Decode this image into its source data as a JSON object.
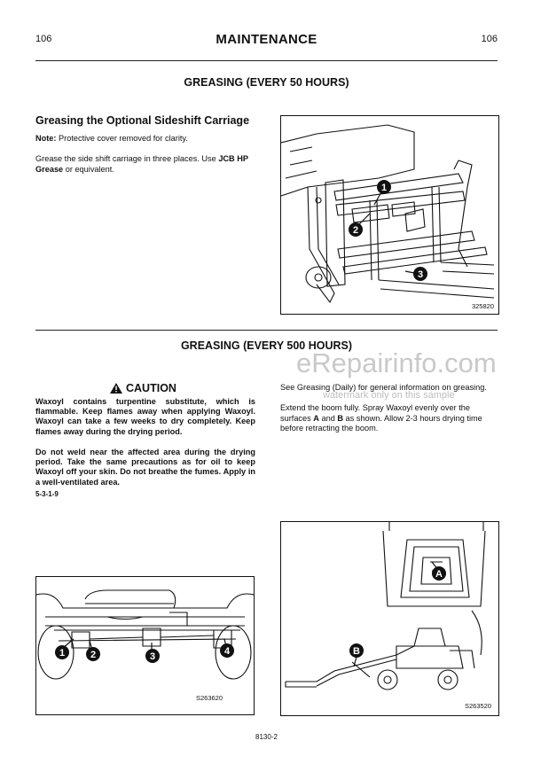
{
  "header": {
    "page_left": "106",
    "title": "MAINTENANCE",
    "page_right": "106"
  },
  "section1": {
    "heading": "GREASING (EVERY 50 HOURS)",
    "subheading": "Greasing the Optional Sideshift Carriage",
    "note_label": "Note:",
    "note_text": " Protective cover removed for clarity.",
    "body_prefix": "Grease the side shift carriage in three places. Use ",
    "body_bold": "JCB HP Grease",
    "body_suffix": " or equivalent.",
    "figure": {
      "code": "325820",
      "callouts": [
        "1",
        "2",
        "3"
      ]
    }
  },
  "section2": {
    "heading": "GREASING (EVERY 500 HOURS)",
    "caution": {
      "title": "CAUTION",
      "para1": "Waxoyl contains turpentine substitute, which is flammable. Keep flames away when applying Waxoyl. Waxoyl can take a few weeks to dry completely. Keep flames away during the drying period.",
      "para2": "Do not weld near the affected area during the drying period. Take the same precautions as for oil to keep Waxoyl off your skin. Do not breathe the fumes. Apply in a well-ventilated area.",
      "code": "5-3-1-9"
    },
    "right_p1": "See Greasing (Daily) for general information on greasing.",
    "right_p2_a": "Extend the boom fully. Spray Waxoyl evenly over the surfaces ",
    "right_p2_A": "A",
    "right_p2_b": " and ",
    "right_p2_B": "B",
    "right_p2_c": " as shown. Allow 2-3 hours drying time before retracting the boom.",
    "figure_left": {
      "code": "S263620",
      "callouts": [
        "1",
        "2",
        "3",
        "4"
      ]
    },
    "figure_right": {
      "code": "S263520",
      "callouts": [
        "A",
        "B"
      ]
    }
  },
  "watermark": {
    "site": "eRepairinfo.com",
    "note": "watermark only on this sample"
  },
  "footer": {
    "code": "8130-2"
  }
}
